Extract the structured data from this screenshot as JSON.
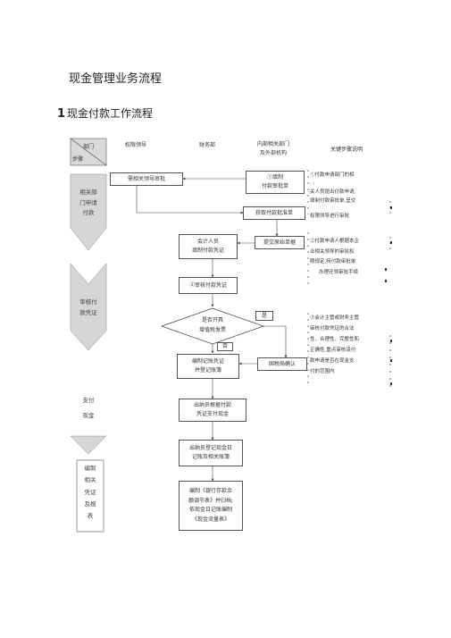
{
  "doc": {
    "title": "现金管理业务流程",
    "section_number": "1",
    "section_title": "现金付款工作流程"
  },
  "headers": {
    "dept_top": "部门",
    "dept_bottom": "步骤",
    "col1": "权限领导",
    "col2": "财务部",
    "col3_line1": "内部相关部门",
    "col3_line2": "及外部机构",
    "col4": "关键步骤说明"
  },
  "lanes": {
    "lane1": [
      "相关部",
      "门申请",
      "付款"
    ],
    "lane2": [
      "审核付",
      "款凭证"
    ],
    "lane3": [
      "支付",
      "现金"
    ],
    "lane4": [
      "编制",
      "相关",
      "凭证",
      "及报",
      "表"
    ]
  },
  "boxes": {
    "b_approve": "需相关领导审批",
    "b_fill_1": "①填制",
    "b_fill_2": "付款审批单",
    "b_get_approval": "获取付款批准单",
    "b_submit": "提交原始单据",
    "b_accountant_1": "会计人员",
    "b_accountant_2": "填制付款凭证",
    "b_review": "②审核付款凭证",
    "b_diamond_1": "是否开具",
    "b_diamond_2": "增值税发票",
    "b_yes": "是",
    "b_no": "否",
    "b_record_1": "编制记账凭证",
    "b_record_2": "并登记账簿",
    "b_tax": "国税局确认",
    "b_cashier_pay_1": "出纳员根据付款",
    "b_cashier_pay_2": "凭证支付现金",
    "b_cashier_log_1": "出纳员登记现金日",
    "b_cashier_log_2": "记账及相关账簿",
    "b_report_1": "编制《银行存款余",
    "b_report_2": "额调节表》并归档;",
    "b_report_3": "依现金日记账编制",
    "b_report_4": "《现金流量表》"
  },
  "notes": {
    "n1": [
      "①付款申请部门的相",
      ": :",
      "关人员提出付款申请,",
      "填制付款审批单,呈交",
      "权限领导进行审批"
    ],
    "n2": [
      "②付款申请人根据本企",
      "业相关领导的审批权",
      "限规定,持付款审批单",
      "办理还领审批手续"
    ],
    "n3": [
      "③会计主管或财务主管",
      "审核付款凭证的合法",
      "性、合理性、完整性和",
      "正确性,重点审核该付",
      "款申请是否在现金支",
      "付的范围内"
    ]
  }
}
